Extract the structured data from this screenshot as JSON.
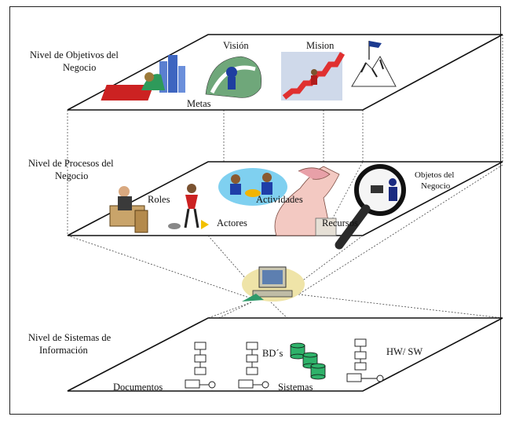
{
  "levels": {
    "objetivos": {
      "line1": "Nivel de Objetivos del",
      "line2": "Negocio"
    },
    "procesos": {
      "line1": "Nivel de Procesos del",
      "line2": "Negocio"
    },
    "sistemas": {
      "line1": "Nivel de Sistemas de",
      "line2": "Información"
    }
  },
  "labels": {
    "vision": "Visión",
    "mision": "Mision",
    "metas": "Metas",
    "roles": "Roles",
    "actividades": "Actividades",
    "actores": "Actores",
    "recursos": "Recursos",
    "objetos_line1": "Objetos del",
    "objetos_line2": "Negocio",
    "bds": "BD´s",
    "hwsw": "HW/ SW",
    "documentos": "Documentos",
    "sistemas": "Sistemas"
  }
}
